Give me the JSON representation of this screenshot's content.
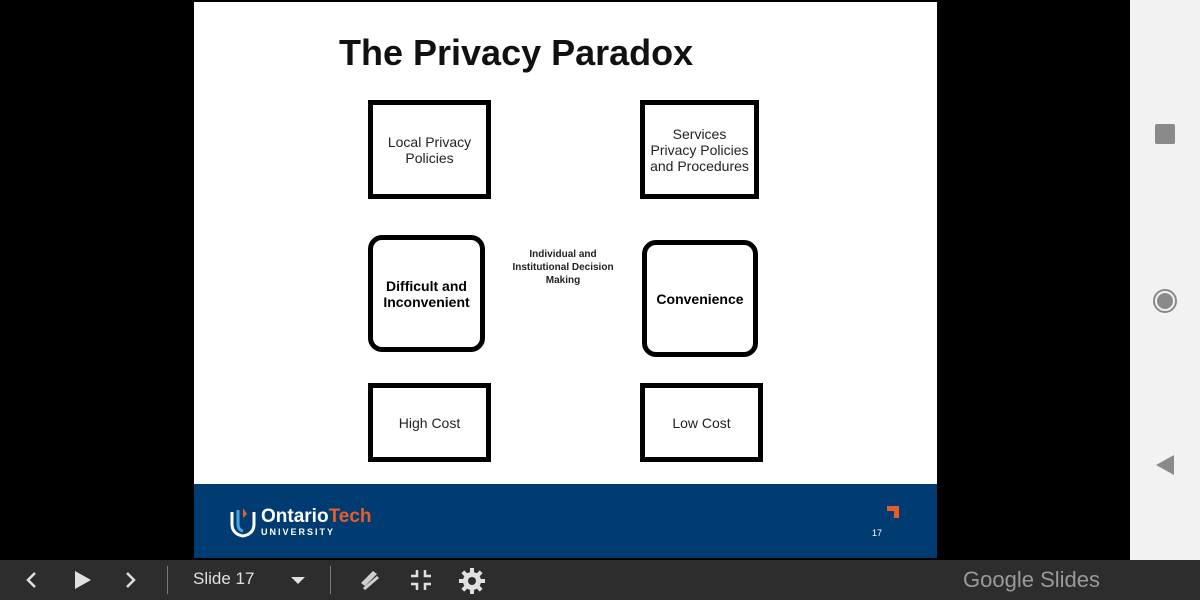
{
  "slide": {
    "title": "The Privacy Paradox",
    "boxes": {
      "local_policies": "Local Privacy Policies",
      "services_policies": "Services Privacy Policies and Procedures",
      "difficult": "Difficult and Inconvenient",
      "convenience": "Convenience",
      "high_cost": "High Cost",
      "low_cost": "Low Cost"
    },
    "center_text": "Individual and Institutional Decision Making",
    "footer": {
      "logo_name_part1": "Ontario",
      "logo_name_part2": "Tech",
      "logo_sub": "UNIVERSITY",
      "page_number": "17"
    },
    "colors": {
      "footer_bg": "#003c71",
      "accent": "#e75d2a"
    }
  },
  "side_panel": {
    "icons": [
      "square-icon",
      "circle-icon",
      "back-triangle-icon"
    ]
  },
  "toolbar": {
    "slide_label": "Slide 17",
    "brand_google": "Google",
    "brand_slides": "Slides",
    "icons": [
      "chevron-left-icon",
      "play-icon",
      "chevron-right-icon",
      "dropdown-icon",
      "annotate-pen-icon",
      "exit-fullscreen-icon",
      "settings-gear-icon"
    ]
  }
}
